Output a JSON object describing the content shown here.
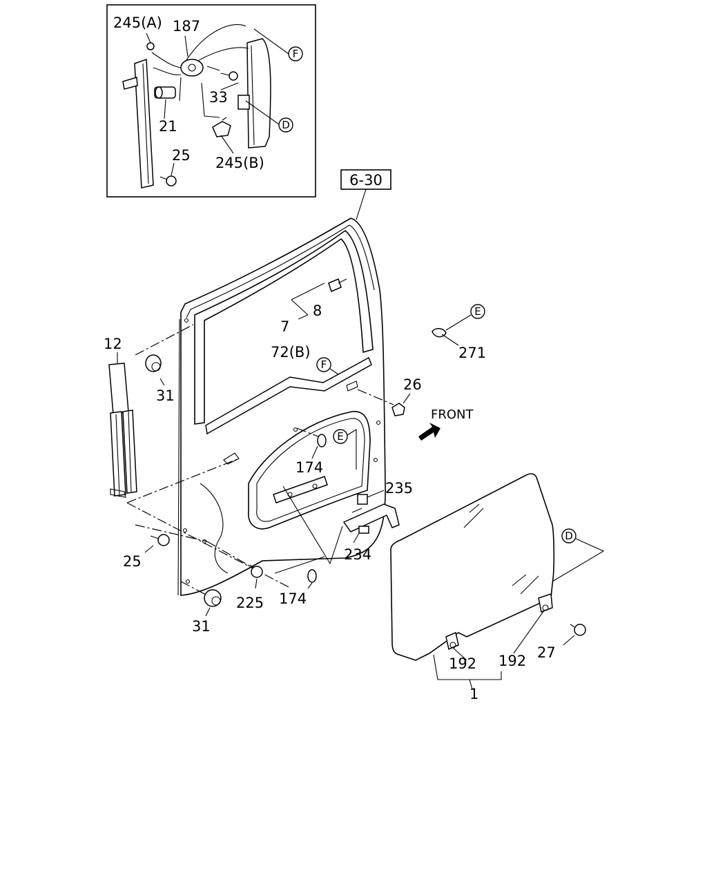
{
  "inset": {
    "labels": {
      "p245a": "245(A)",
      "p187": "187",
      "p33": "33",
      "p21": "21",
      "p25": "25",
      "p245b": "245(B)"
    },
    "callouts": {
      "f": "F",
      "d": "D"
    }
  },
  "ref_box": "6-30",
  "labels": {
    "p8": "8",
    "p7": "7",
    "p12": "12",
    "p31_top": "31",
    "p72b": "72(B)",
    "p271": "271",
    "p26": "26",
    "front": "FRONT",
    "p174_top": "174",
    "p235": "235",
    "p234": "234",
    "p25": "25",
    "p225": "225",
    "p174_bottom": "174",
    "p31_bottom": "31",
    "p192_left": "192",
    "p192_right": "192",
    "p27": "27",
    "p1": "1"
  },
  "callouts": {
    "e_top": "E",
    "f_mid": "F",
    "e_mid": "E",
    "d_glass": "D"
  }
}
